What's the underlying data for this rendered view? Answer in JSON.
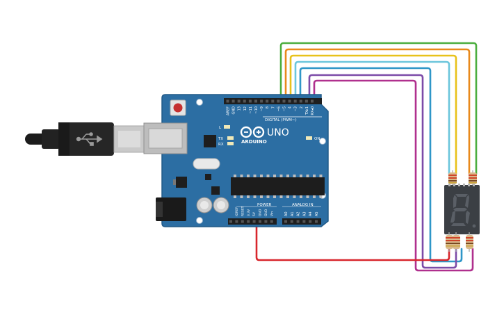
{
  "board": {
    "brand": "ARDUINO",
    "model": "UNO",
    "on_label": "ON",
    "tx_label": "TX",
    "rx_label": "RX",
    "l_label": "L",
    "digital_label": "DIGITAL (PWM~)",
    "power_label": "POWER",
    "analog_label": "ANALOG IN",
    "top_pins": [
      "AREF",
      "GND",
      "13",
      "12",
      "~11",
      "~10",
      "~9",
      "8",
      "7",
      "~6",
      "~5",
      "4",
      "~3",
      "2",
      "TX▸1",
      "RX◂0"
    ],
    "power_pins": [
      "IOREF",
      "RESET",
      "3.3V",
      "5V",
      "GND",
      "GND",
      "Vin"
    ],
    "analog_pins": [
      "A0",
      "A1",
      "A2",
      "A3",
      "A4",
      "A5"
    ]
  },
  "wire_colors": {
    "green": "#4cae3f",
    "orange": "#e8891b",
    "yellow": "#e8c21b",
    "cyan": "#6cc6dc",
    "blue": "#2f96c8",
    "purple": "#7c4ba8",
    "magenta": "#b0308e",
    "red": "#d8262c"
  },
  "colors": {
    "board": "#2c6ea3",
    "board_edge": "#215a88",
    "display": "#3b3f44",
    "segment": "#5a5f66"
  }
}
